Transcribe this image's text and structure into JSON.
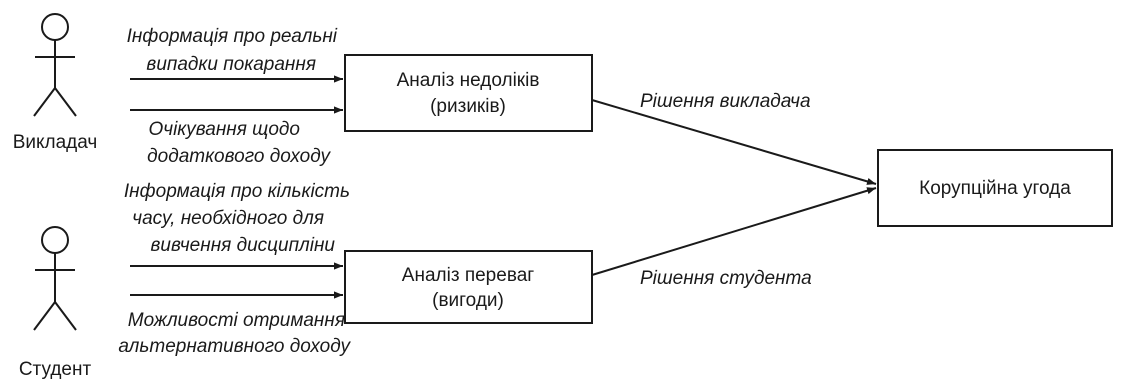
{
  "teacher": {
    "label": "Викладач",
    "input1_line1": "Інформація про реальні",
    "input1_line2": "випадки покарання",
    "input2_line1": "Очікування щодо",
    "input2_line2": "додаткового доходу"
  },
  "student": {
    "label": "Студент",
    "input1_line1": "Інформація про кількість",
    "input1_line2": "часу, необхідного для",
    "input1_line3": "вивчення дисципліни",
    "input2_line1": "Можливості отримання",
    "input2_line2": "альтернативного доходу"
  },
  "boxes": {
    "risk_line1": "Аналіз недоліків",
    "risk_line2": "(ризиків)",
    "benefit_line1": "Аналіз переваг",
    "benefit_line2": "(вигоди)",
    "deal": "Корупційна угода"
  },
  "decisions": {
    "teacher": "Рішення викладача",
    "student": "Рішення студента"
  }
}
